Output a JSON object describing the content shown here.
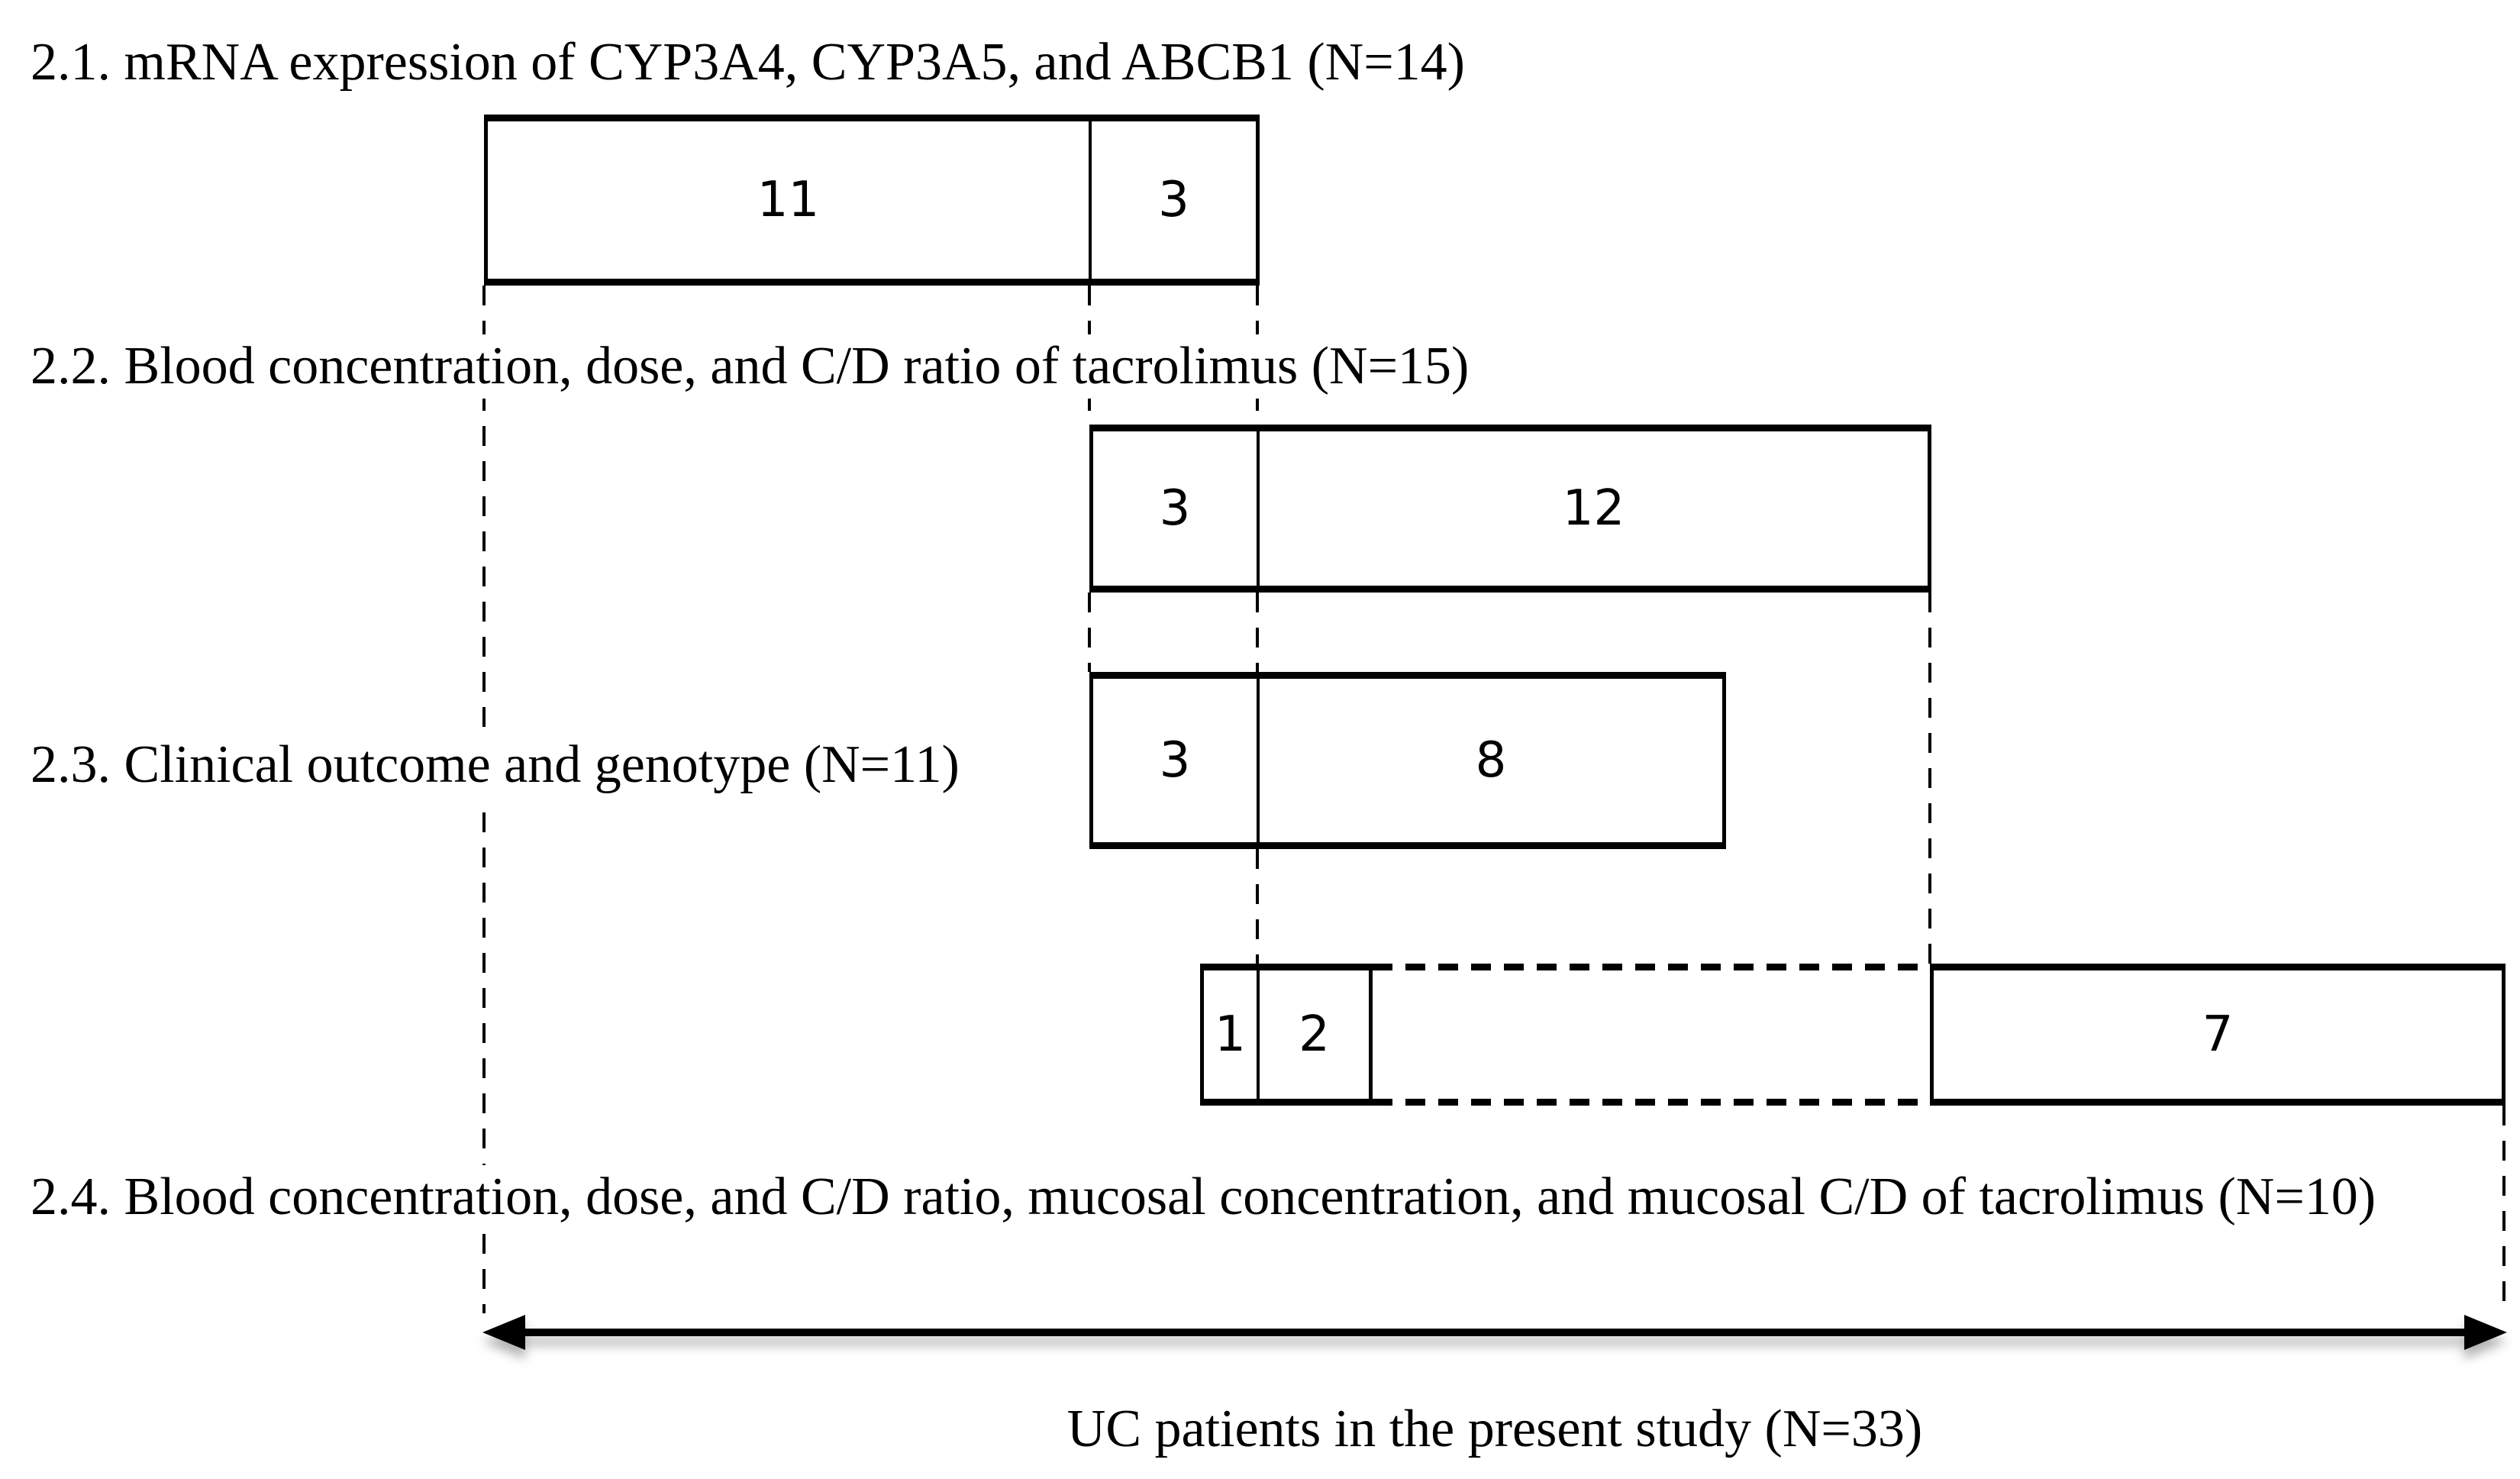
{
  "colors": {
    "ink": "#000000",
    "background": "#ffffff"
  },
  "sections": [
    {
      "title": "2.1. mRNA expression of CYP3A4, CYP3A5, and ABCB1 (N=14)",
      "segments": [
        {
          "value": "11"
        },
        {
          "value": "3"
        }
      ]
    },
    {
      "title": "2.2. Blood concentration, dose, and C/D ratio of tacrolimus (N=15)",
      "segments": [
        {
          "value": "3"
        },
        {
          "value": "12"
        }
      ]
    },
    {
      "title": "2.3. Clinical outcome and genotype (N=11)",
      "segments": [
        {
          "value": "3"
        },
        {
          "value": "8"
        }
      ]
    },
    {
      "title": "2.4. Blood concentration, dose, and C/D ratio, mucosal concentration, and mucosal C/D of tacrolimus (N=10)",
      "segments": [
        {
          "value": "1"
        },
        {
          "value": "2"
        },
        {
          "value": "7"
        }
      ]
    }
  ],
  "axis": {
    "caption": "UC patients in the present study (N=33)"
  }
}
